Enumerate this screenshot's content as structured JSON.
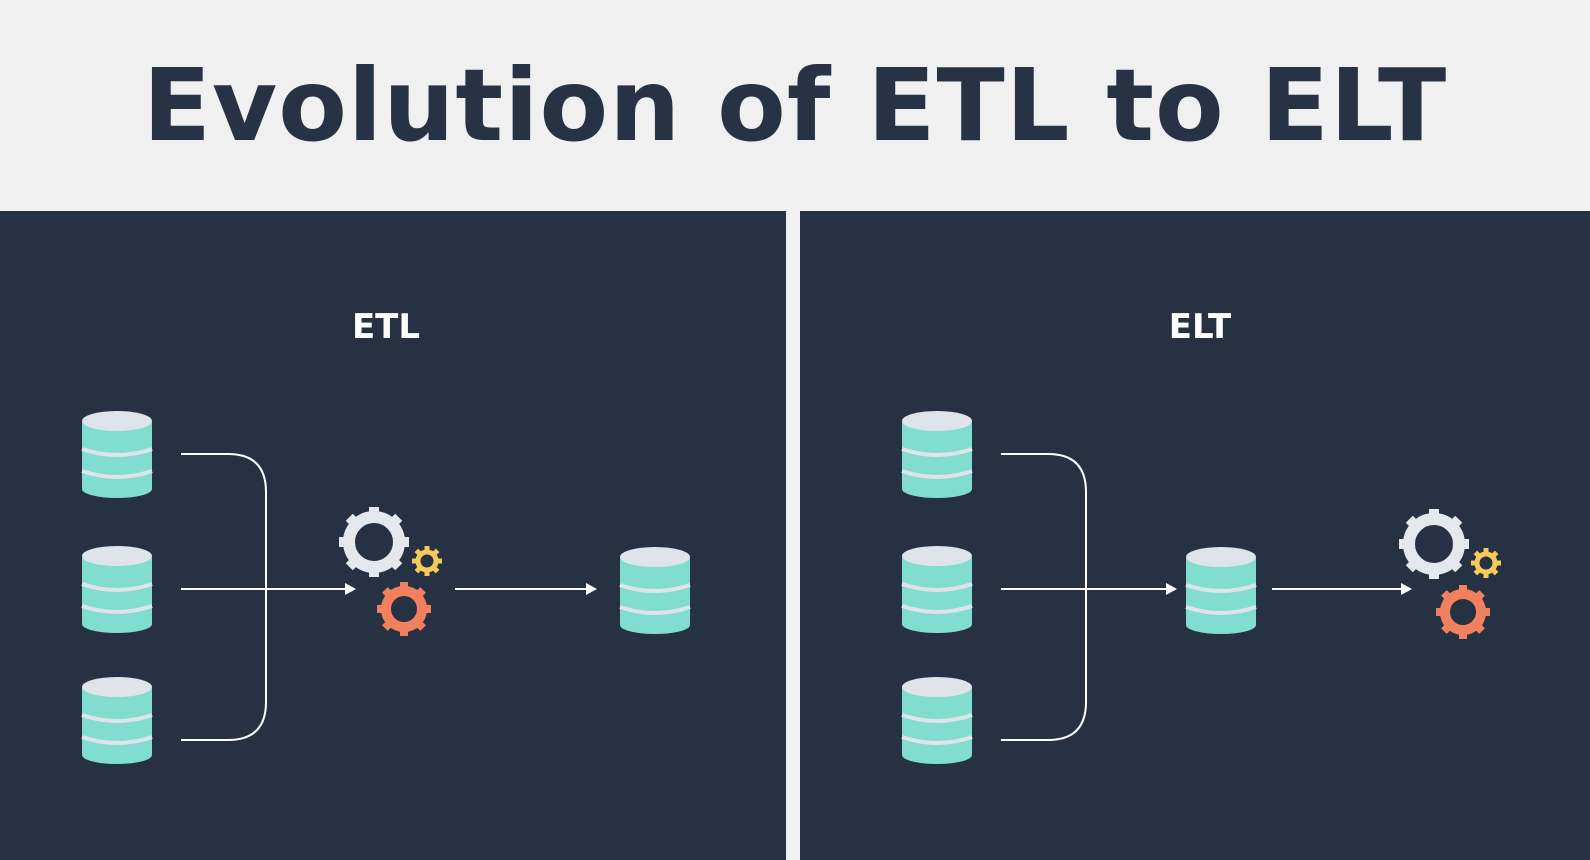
{
  "title": "Evolution of ETL to ELT",
  "colors": {
    "background": "#f0f0f0",
    "panel": "#263243",
    "title_text": "#273345",
    "database_body": "#82ddd1",
    "database_top": "#dfe3ea",
    "gear_large": "#e4e7ec",
    "gear_small": "#f6ca59",
    "gear_medium": "#f0805e",
    "connector": "#ffffff"
  },
  "panels": [
    {
      "id": "etl",
      "label": "ETL",
      "sources": [
        "database-icon",
        "database-icon",
        "database-icon"
      ],
      "flow": [
        "sources",
        "transform-gears-icon",
        "target-database-icon"
      ]
    },
    {
      "id": "elt",
      "label": "ELT",
      "sources": [
        "database-icon",
        "database-icon",
        "database-icon"
      ],
      "flow": [
        "sources",
        "target-database-icon",
        "transform-gears-icon"
      ]
    }
  ]
}
